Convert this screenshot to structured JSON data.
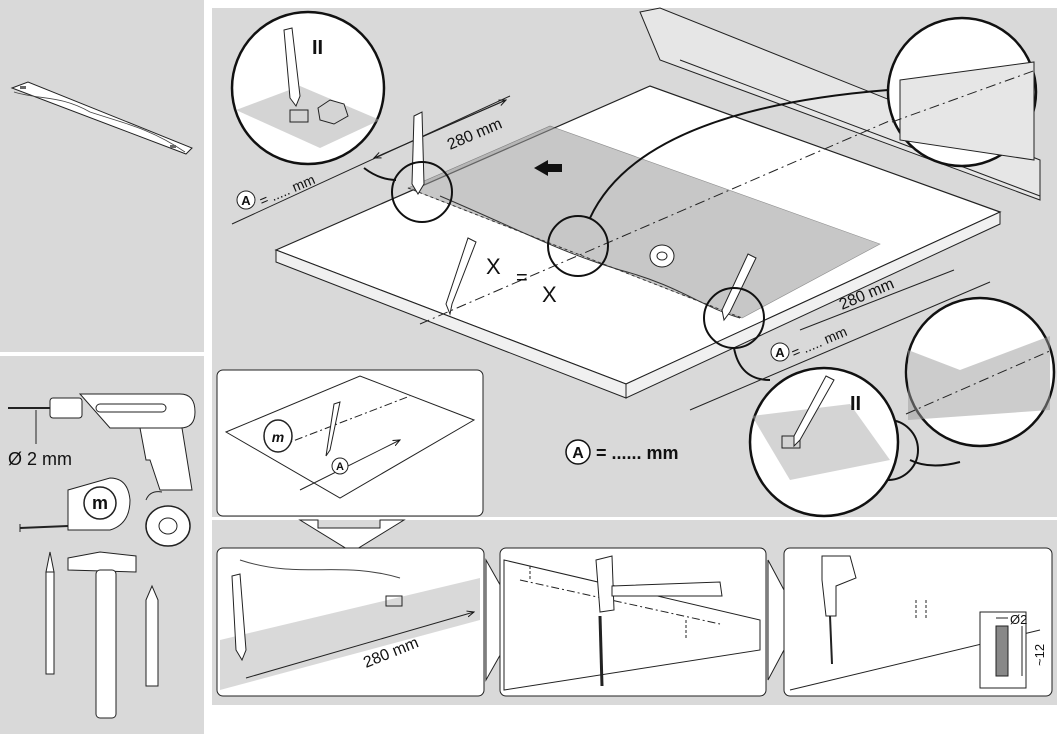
{
  "left_tools": {
    "drill_size": "Ø 2 mm",
    "tape_letter": "m"
  },
  "main": {
    "roman_label_top": "II",
    "roman_label_right": "II",
    "dim_280_top": "280 mm",
    "dim_280_right": "280 mm",
    "dim_a_top": "= ..... mm",
    "dim_a_right": "= ..... mm",
    "circle_letter": "A",
    "x_mark": "X",
    "equals_mark": "=",
    "legend_value": "= ...... mm"
  },
  "inset": {
    "tape_letter": "m"
  },
  "steps": {
    "step1_dim": "280 mm",
    "step3_hole_dia": "Ø2",
    "step3_hole_depth": "~12"
  }
}
